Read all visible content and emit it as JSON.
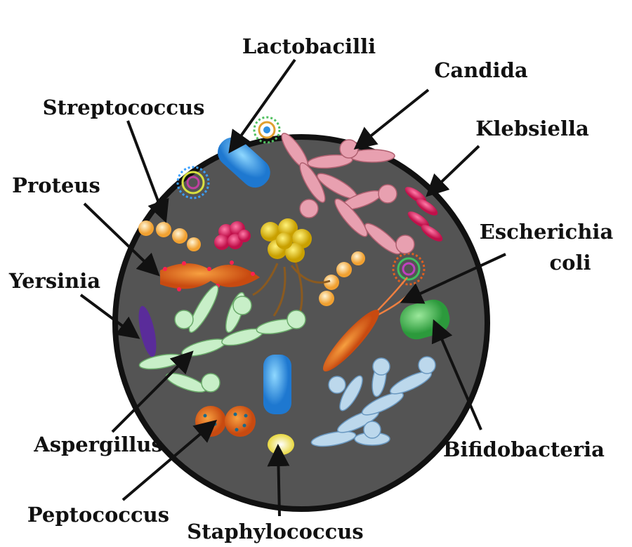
{
  "labels": {
    "lactobacilli": "Lactobacilli",
    "candida": "Candida",
    "streptococcus": "Streptococcus",
    "klebsiella": "Klebsiella",
    "proteus": "Proteus",
    "escherichia_line1": "Escherichia",
    "escherichia_line2": "coli",
    "yersinia": "Yersinia",
    "bifidobacteria": "Bifidobacteria",
    "aspergillus": "Aspergillus",
    "peptococcus": "Peptococcus",
    "staphylococcus": "Staphylococcus"
  },
  "colors": {
    "dish_fill": "#545454",
    "dish_border": "#111111"
  }
}
